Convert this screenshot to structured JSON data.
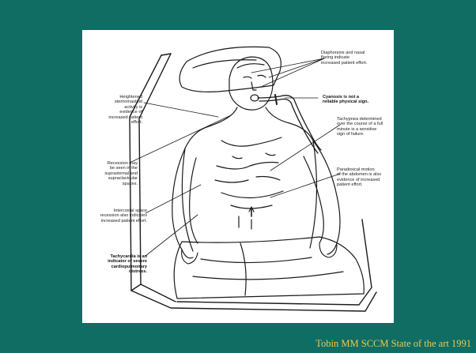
{
  "slide": {
    "background_color": "#0f6d64",
    "citation_color": "#f2c84b",
    "citation": "Tobin MM SCCM State of the art 1991"
  },
  "illustration": {
    "annotations": {
      "diaphoresis": "Diaphoresis and nasal\nflaring indicate\nincreased patient effort.",
      "cyanosis": "Cyanosis is not a\nreliable physical sign.",
      "tachypnea": "Tachypnea determined\nover the course of a full\nminute is a sensitive\nsign of failure.",
      "paradoxical": "Paradoxical motion\nof the abdomen is also\nevidence of increased\npatient effort.",
      "sternomastoid": "Heightened\nsternomastoid\nactivity is\nevidence of\nincreased patient\neffort.",
      "recession": "Recession may\nbe seen in the\nsuprasternal and\nsupraclavicular\nspaces.",
      "intercostal": "Intercostal space\nrecession also indicates\nincreased patient effort.",
      "tachycardia": "Tachycardia is an\nindicator of severe\ncardiopulmonary\ndistress."
    }
  }
}
